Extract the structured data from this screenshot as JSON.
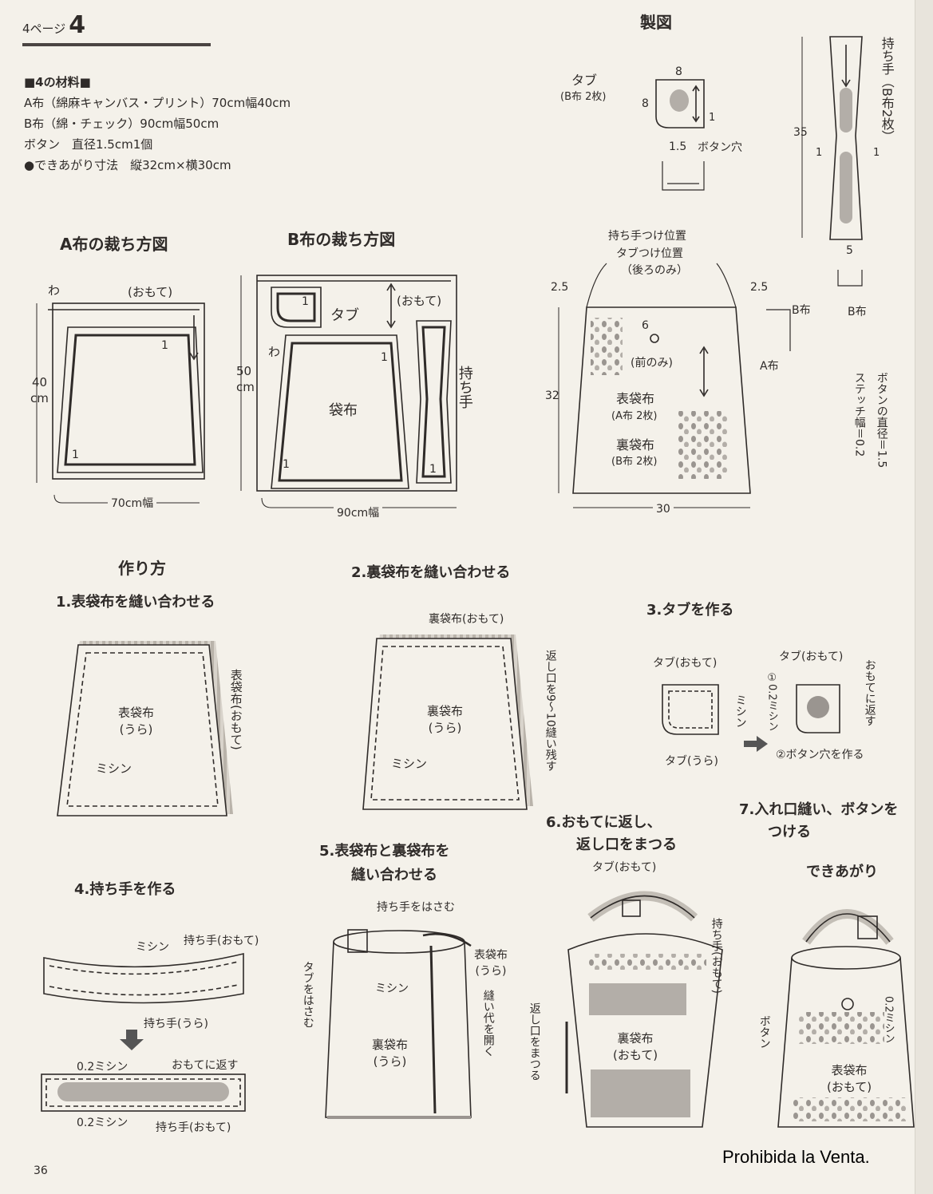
{
  "header": {
    "page_small": "4ページ",
    "page_big": "4"
  },
  "materials": {
    "title": "■4の材料■",
    "lines": [
      "A布（綿麻キャンバス・プリント）70cm幅40cm",
      "B布（綿・チェック）90cm幅50cm",
      "ボタン　直径1.5cm1個",
      "●できあがり寸法　縦32cm×横30cm"
    ]
  },
  "cutting": {
    "a_title": "A布の裁ち方図",
    "b_title": "B布の裁ち方図",
    "wa": "わ",
    "omote": "(おもて)",
    "one": "1",
    "a_height_num": "40",
    "cm": "cm",
    "a_width": "70cm幅",
    "b_height_num": "50",
    "b_width": "90cm幅",
    "tab": "タブ",
    "bag": "袋布",
    "handle": "持ち手"
  },
  "seizu": {
    "title": "製図",
    "tab_label": "タブ",
    "tab_sub": "(B布 2枚)",
    "n8": "8",
    "n1": "1",
    "n15": "1.5",
    "button_hole": "ボタン穴",
    "handle_label": "持ち手（B布2枚）",
    "n35": "35",
    "n5": "5",
    "b_cloth": "B布",
    "a_cloth": "A布",
    "handle_pos": "持ち手つけ位置",
    "tab_pos": "タブつけ位置",
    "back_only": "（後ろのみ）",
    "n25": "2.5",
    "n6": "6",
    "front_only": "(前のみ)",
    "n32": "32",
    "n30": "30",
    "outer_bag": "表袋布",
    "outer_sub": "(A布 2枚)",
    "inner_bag": "裏袋布",
    "inner_sub": "(B布 2枚)",
    "button_note": "ボタンの直径＝1.5",
    "stitch_note": "ステッチ幅＝0.2"
  },
  "howto": {
    "title": "作り方",
    "s1": "1.表袋布を縫い合わせる",
    "s1_outer_ura": "表袋布\n(うら)",
    "s1_outer_omote": "表袋布(おもて)",
    "sewing": "ミシン",
    "s2": "2.裏袋布を縫い合わせる",
    "s2_inner_omote": "裏袋布(おもて)",
    "s2_inner_ura": "裏袋布\n(うら)",
    "s2_opening": "返し口を9～10縫い残す",
    "s3": "3.タブを作る",
    "tab_omote": "タブ(おもて)",
    "tab_ura": "タブ(うら)",
    "s3_step1": "①0.2ミシン",
    "s3_turn": "おもてに返す",
    "s3_step2": "②ボタン穴を作る",
    "s4": "4.持ち手を作る",
    "handle_omote": "持ち手(おもて)",
    "handle_ura": "持ち手(うら)",
    "sewing02": "0.2ミシン",
    "turn_omote": "おもてに返す",
    "s5a": "5.表袋布と裏袋布を",
    "s5b": "縫い合わせる",
    "hold_handle": "持ち手をはさむ",
    "outer_ura": "表袋布\n(うら)",
    "hold_tab": "タブをはさむ",
    "open_seam": "縫い代を開く",
    "inner_ura": "裏袋布\n(うら)",
    "s6a": "6.おもてに返し、",
    "s6b": "返し口をまつる",
    "close_opening": "返し口をまつる",
    "handle_omote_v": "持ち手(おもて)",
    "inner_omote": "裏袋布\n(おもて)",
    "s7a": "7.入れ口縫い、ボタンを",
    "s7b": "つける",
    "finished": "できあがり",
    "button": "ボタン",
    "sew02": "0.2ミシン",
    "outer_omote": "表袋布\n(おもて)"
  },
  "page_number": "36",
  "watermark": "Prohibida la Venta."
}
